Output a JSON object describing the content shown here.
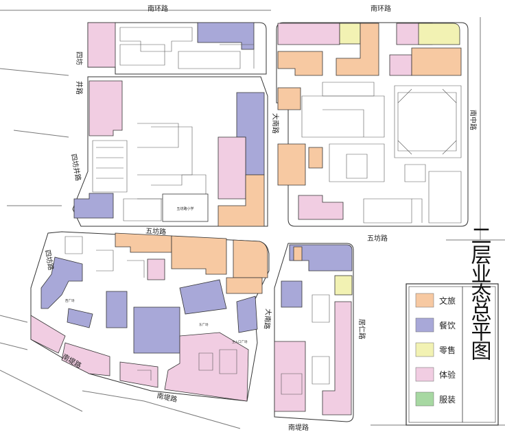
{
  "roads": {
    "nanhuan_west": "南环路",
    "nanhuan_east": "南环路",
    "sifang_upper_a": "四坊",
    "sifang_upper_b": "井路",
    "sifang_mid": "四坊井路",
    "sifang_lower": "四坊路",
    "danan_upper": "大南路",
    "danan_lower": "大南路",
    "nanzhong": "南中路",
    "wufang_west": "五坊路",
    "wufang_east": "五坊路",
    "juren": "居仁路",
    "nandi_west": "南堤路",
    "nandi_mid": "南堤路",
    "nandi_east": "南堤路"
  },
  "places": {
    "school": "五坊路小学",
    "west_square": "西广场",
    "east_square": "东广场",
    "main_entrance": "主入口广场"
  },
  "legend": {
    "title": "二层业态总平图",
    "items": [
      {
        "label": "文旅",
        "color": "#f7c9a2"
      },
      {
        "label": "餐饮",
        "color": "#a8a8d8"
      },
      {
        "label": "零售",
        "color": "#f2f2b3"
      },
      {
        "label": "体验",
        "color": "#f1cde2"
      },
      {
        "label": "服装",
        "color": "#a7d8a2"
      }
    ]
  },
  "colors": {
    "road_fill": "#ffffff",
    "block_fill": "#ffffff",
    "outline": "#3a3a3a"
  }
}
